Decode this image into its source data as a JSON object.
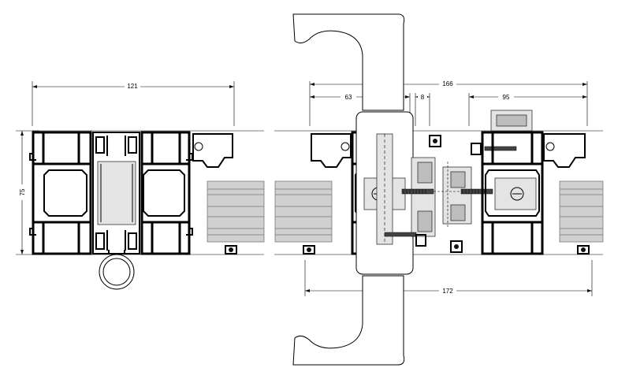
{
  "drawing": {
    "type": "technical section drawing",
    "subject": "aluminium window profile cross-section with handle"
  },
  "dimensions": {
    "left_width": "121",
    "left_height": "75",
    "right_overall": "166",
    "right_part_a": "63",
    "right_part_b": "8",
    "right_part_c": "95",
    "bottom_overall": "172"
  }
}
